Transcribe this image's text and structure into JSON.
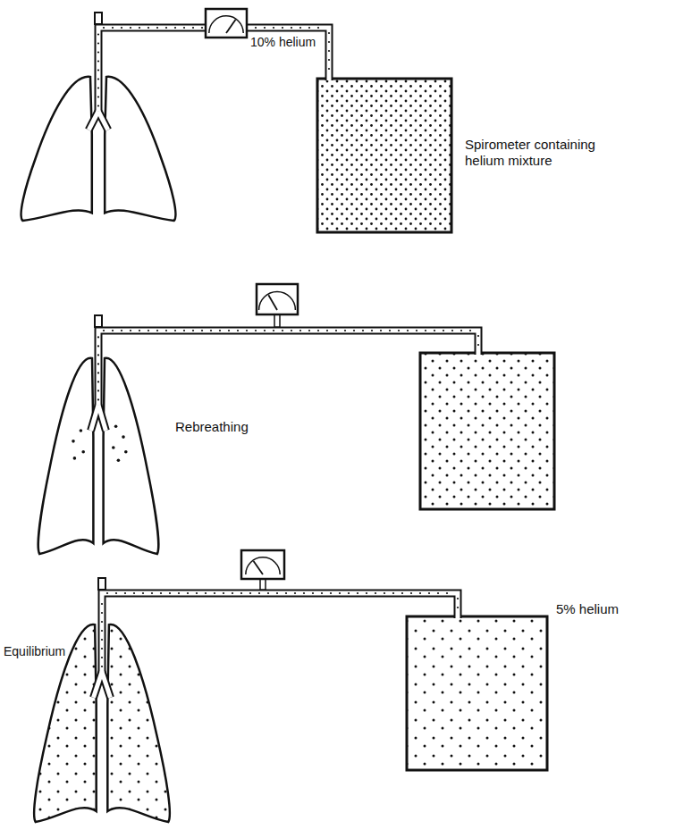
{
  "diagram": {
    "labels": [
      "10% helium",
      "Spirometer containing helium mixture",
      "Rebreathing",
      "5% helium",
      "Equilibrium"
    ]
  }
}
